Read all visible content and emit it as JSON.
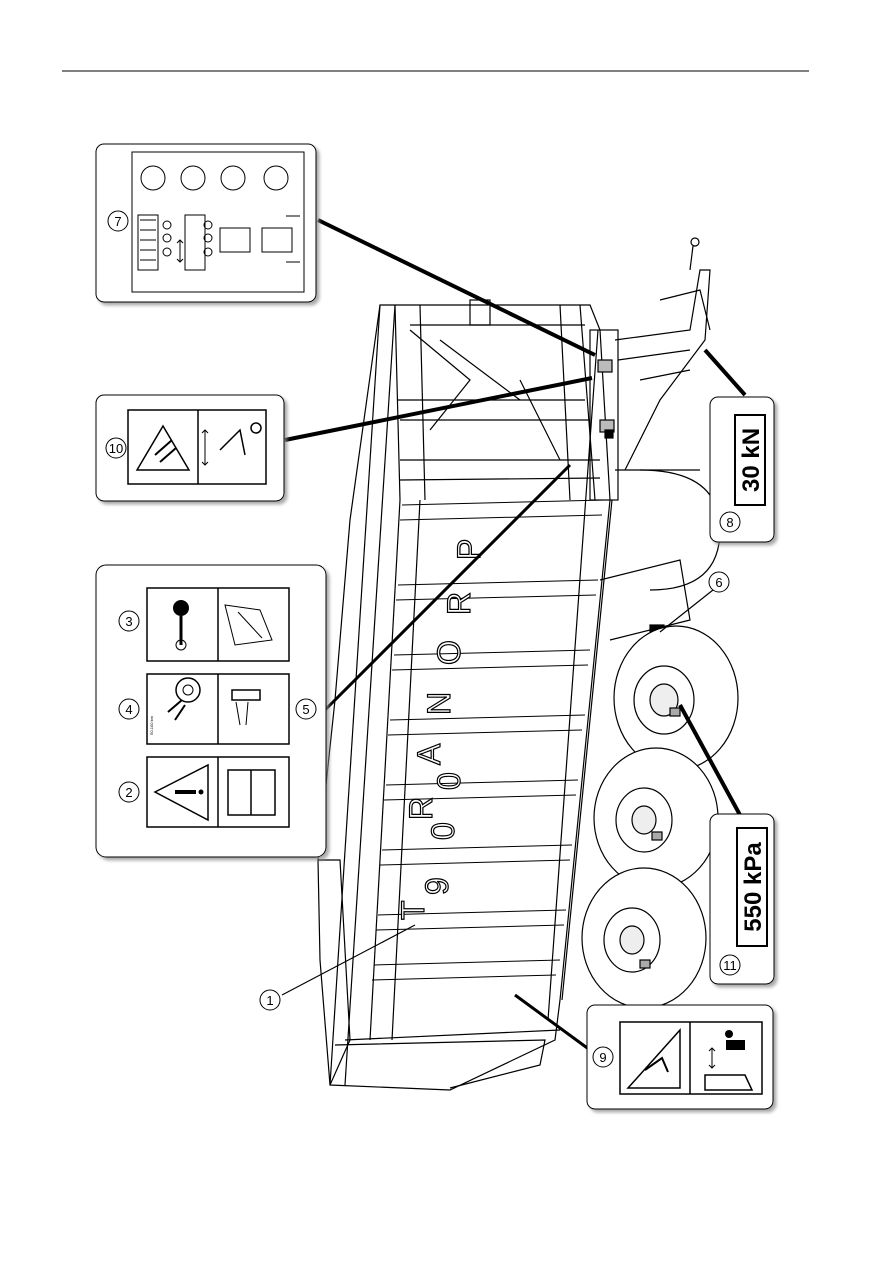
{
  "figure": {
    "trailer_lettering": [
      "P",
      "R",
      "O",
      "N",
      "A",
      "R",
      "T",
      "9",
      "0",
      "0"
    ],
    "callouts": [
      {
        "num": "1"
      },
      {
        "num": "2"
      },
      {
        "num": "3"
      },
      {
        "num": "4"
      },
      {
        "num": "5"
      },
      {
        "num": "6"
      },
      {
        "num": "7"
      },
      {
        "num": "8"
      },
      {
        "num": "9"
      },
      {
        "num": "10"
      },
      {
        "num": "11"
      }
    ],
    "labels": {
      "drawbar_load": "30 kN",
      "tyre_pressure": "550 kPa"
    }
  }
}
